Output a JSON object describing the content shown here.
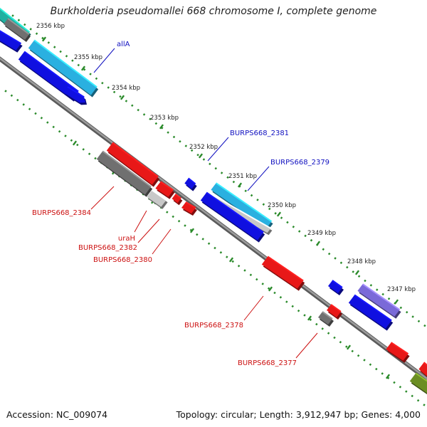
{
  "title": "Burkholderia pseudomallei 668 chromosome I, complete genome",
  "accession": "Accession: NC_009074",
  "summary": "Topology: circular; Length: 3,912,947 bp; Genes: 4,000",
  "scale": {
    "units": "kbp",
    "ticks": [
      "2356 kbp",
      "2355 kbp",
      "2354 kbp",
      "2353 kbp",
      "2352 kbp",
      "2351 kbp",
      "2350 kbp",
      "2349 kbp",
      "2348 kbp",
      "2347 kbp"
    ]
  },
  "colors": {
    "forward_cds": "#1010e0",
    "reverse_cds": "#e81818",
    "rna_light_blue": "#2ab0e0",
    "gray_feature": "#707070",
    "light_gray_feature": "#c8c8c8",
    "purple_feature": "#7a6ad8",
    "olive_feature": "#6b8e23",
    "teal_feature": "#20b0a0",
    "backbone": "#808080",
    "tick_green": "#2a8a2a",
    "forward_label": "#1010c0",
    "reverse_label": "#cc1010"
  },
  "forward_labels": [
    "allA",
    "BURPS668_2381",
    "BURPS668_2379"
  ],
  "reverse_labels": [
    "BURPS668_2384",
    "uraH",
    "BURPS668_2382",
    "BURPS668_2380",
    "BURPS668_2378",
    "BURPS668_2377"
  ]
}
